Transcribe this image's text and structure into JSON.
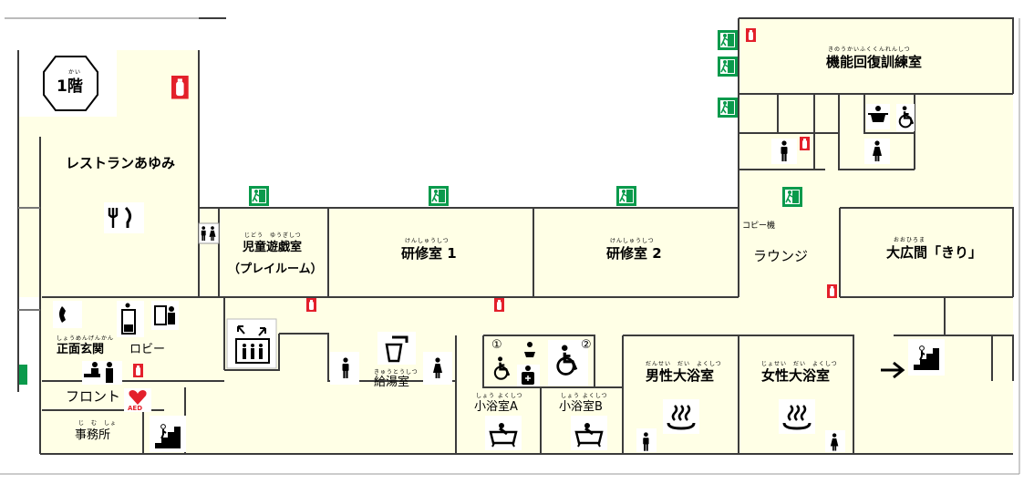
{
  "floor": {
    "label": "1階",
    "ruby": "かい"
  },
  "rooms": {
    "restaurant": {
      "label": "レストランあゆみ"
    },
    "play_room": {
      "label": "児童遊戯室",
      "ruby": "じどう　ゆうぎしつ",
      "sub": "（プレイルーム）"
    },
    "training_room_1": {
      "label": "研修室 1",
      "ruby": "けんしゅうしつ"
    },
    "training_room_2": {
      "label": "研修室 2",
      "ruby": "けんしゅうしつ"
    },
    "lounge": {
      "label": "ラウンジ",
      "copier": "コピー機"
    },
    "great_hall": {
      "label": "大広間「きり」",
      "ruby": "おおひろま"
    },
    "rehab_room": {
      "label": "機能回復訓練室",
      "ruby": "きのうかいふくくんれんしつ"
    },
    "entrance": {
      "label": "正面玄関",
      "ruby": "しょうめんげんかん"
    },
    "lobby": {
      "label": "ロビー"
    },
    "front_desk": {
      "label": "フロント"
    },
    "office": {
      "label": "事務所",
      "ruby": "じ　む　しょ"
    },
    "kitchenette": {
      "label": "給湯室",
      "ruby": "きゅうとうしつ"
    },
    "small_bath_a": {
      "label": "小浴室A",
      "ruby": "しょう よくしつ"
    },
    "small_bath_b": {
      "label": "小浴室B",
      "ruby": "しょう よくしつ"
    },
    "mens_bath": {
      "label": "男性大浴室",
      "ruby": "だんせい　だい　よくしつ"
    },
    "womens_bath": {
      "label": "女性大浴室",
      "ruby": "じょせい　だい　よくしつ"
    }
  },
  "markers": {
    "one": "①",
    "two": "②",
    "aed": "AED"
  },
  "colors": {
    "floor": "#ffffe6",
    "wall": "#3c3c3c",
    "exit_green": "#0a9a4c",
    "extinguisher_red": "#e3202b",
    "aed_red": "#e3202b"
  },
  "icons": [
    "fire-extinguisher-icon",
    "emergency-exit-icon",
    "restaurant-icon",
    "restroom-icon",
    "phone-icon",
    "vending-machine-icon",
    "ticket-machine-icon",
    "elevator-icon",
    "men-icon",
    "women-icon",
    "drinking-water-icon",
    "wheelchair-icon",
    "diaper-changing-icon",
    "ostomate-icon",
    "bath-icon",
    "hot-spring-icon",
    "stairs-icon",
    "arrow-right-icon",
    "reception-icon",
    "aed-icon"
  ]
}
